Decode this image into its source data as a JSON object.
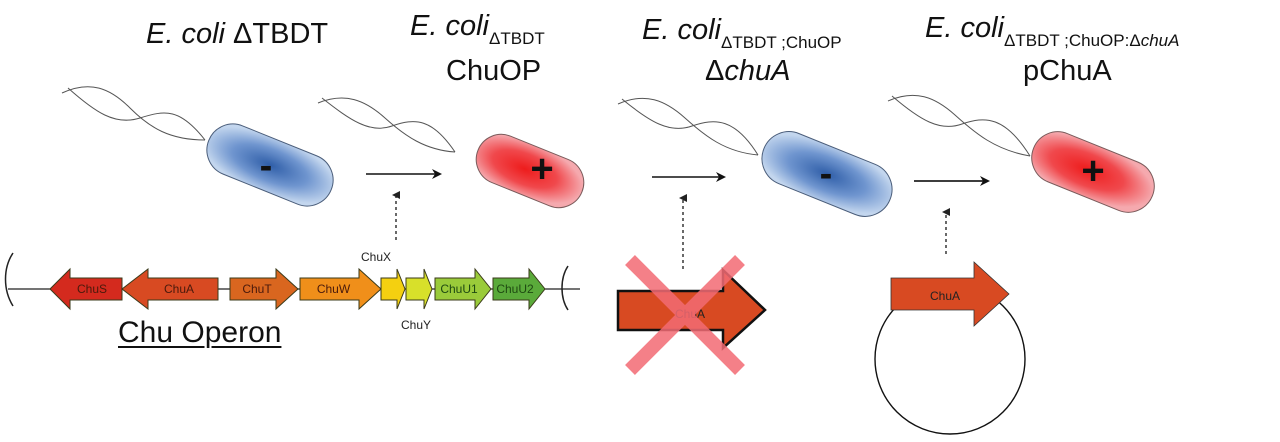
{
  "strains": [
    {
      "species": "E. coli",
      "genotype": "ΔTBDT",
      "subscript": "",
      "subscript_italic": "",
      "second_line": "",
      "phenotype": "-",
      "cell_color": "blue"
    },
    {
      "species": "E. coli",
      "genotype": "",
      "subscript": "ΔTBDT",
      "subscript_italic": "",
      "second_line": "ChuOP",
      "phenotype": "+",
      "cell_color": "red"
    },
    {
      "species": "E. coli",
      "genotype": "",
      "subscript": "ΔTBDT ;ChuOP",
      "subscript_italic": "",
      "second_line_prefix": "Δ",
      "second_line": "chuA",
      "phenotype": "-",
      "cell_color": "blue"
    },
    {
      "species": "E. coli",
      "genotype": "",
      "subscript": "ΔTBDT ;ChuOP:Δ",
      "subscript_italic": "chuA",
      "second_line": "pChuA",
      "phenotype": "+",
      "cell_color": "red"
    }
  ],
  "operon": {
    "label": "Chu Operon",
    "genes": [
      {
        "name": "ChuS",
        "direction": "left",
        "color": "#d42a1e"
      },
      {
        "name": "ChuA",
        "direction": "left",
        "color": "#d84a22"
      },
      {
        "name": "ChuT",
        "direction": "right",
        "color": "#d9661f"
      },
      {
        "name": "ChuW",
        "direction": "right",
        "color": "#f08f1a"
      },
      {
        "name": "ChuX",
        "direction": "right",
        "color": "#f4d010"
      },
      {
        "name": "ChuY",
        "direction": "right",
        "color": "#d8e02a"
      },
      {
        "name": "ChuU1",
        "direction": "right",
        "color": "#9acb3a"
      },
      {
        "name": "ChuU2",
        "direction": "right",
        "color": "#5aaa3a"
      }
    ]
  },
  "deletion": {
    "gene": "ChuA",
    "mark": "deleted"
  },
  "plasmid": {
    "gene": "ChuA"
  },
  "colors": {
    "blue": "#3d6db5",
    "red": "#ee2b2b",
    "cross": "#f36b74",
    "gene_red": "#d84a22"
  }
}
